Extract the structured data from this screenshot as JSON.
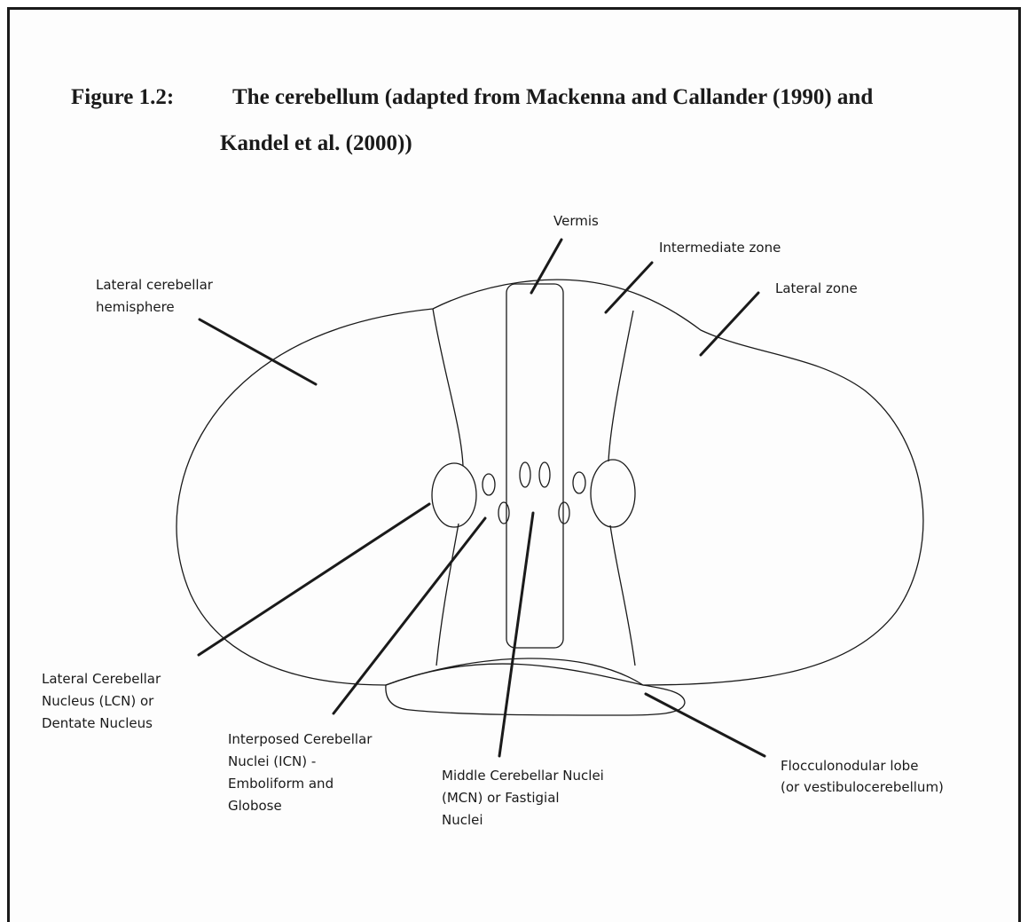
{
  "figure": {
    "number": "Figure 1.2:",
    "title_line1": "The cerebellum (adapted from Mackenna and Callander (1990) and",
    "title_line2": "Kandel et al. (2000))"
  },
  "labels": {
    "vermis": "Vermis",
    "intermediate_zone": "Intermediate zone",
    "lateral_zone": "Lateral zone",
    "lateral_hemisphere": [
      "Lateral cerebellar",
      "hemisphere"
    ],
    "lcn": [
      "Lateral Cerebellar",
      "Nucleus (LCN) or",
      "Dentate Nucleus"
    ],
    "icn": [
      "Interposed Cerebellar",
      "Nuclei (ICN) -",
      "Emboliform and",
      "Globose"
    ],
    "mcn": [
      "Middle Cerebellar Nuclei",
      "(MCN) or Fastigial",
      "Nuclei"
    ],
    "flocculonodular": [
      "Flocculonodular lobe",
      "(or vestibulocerebellum)"
    ]
  }
}
